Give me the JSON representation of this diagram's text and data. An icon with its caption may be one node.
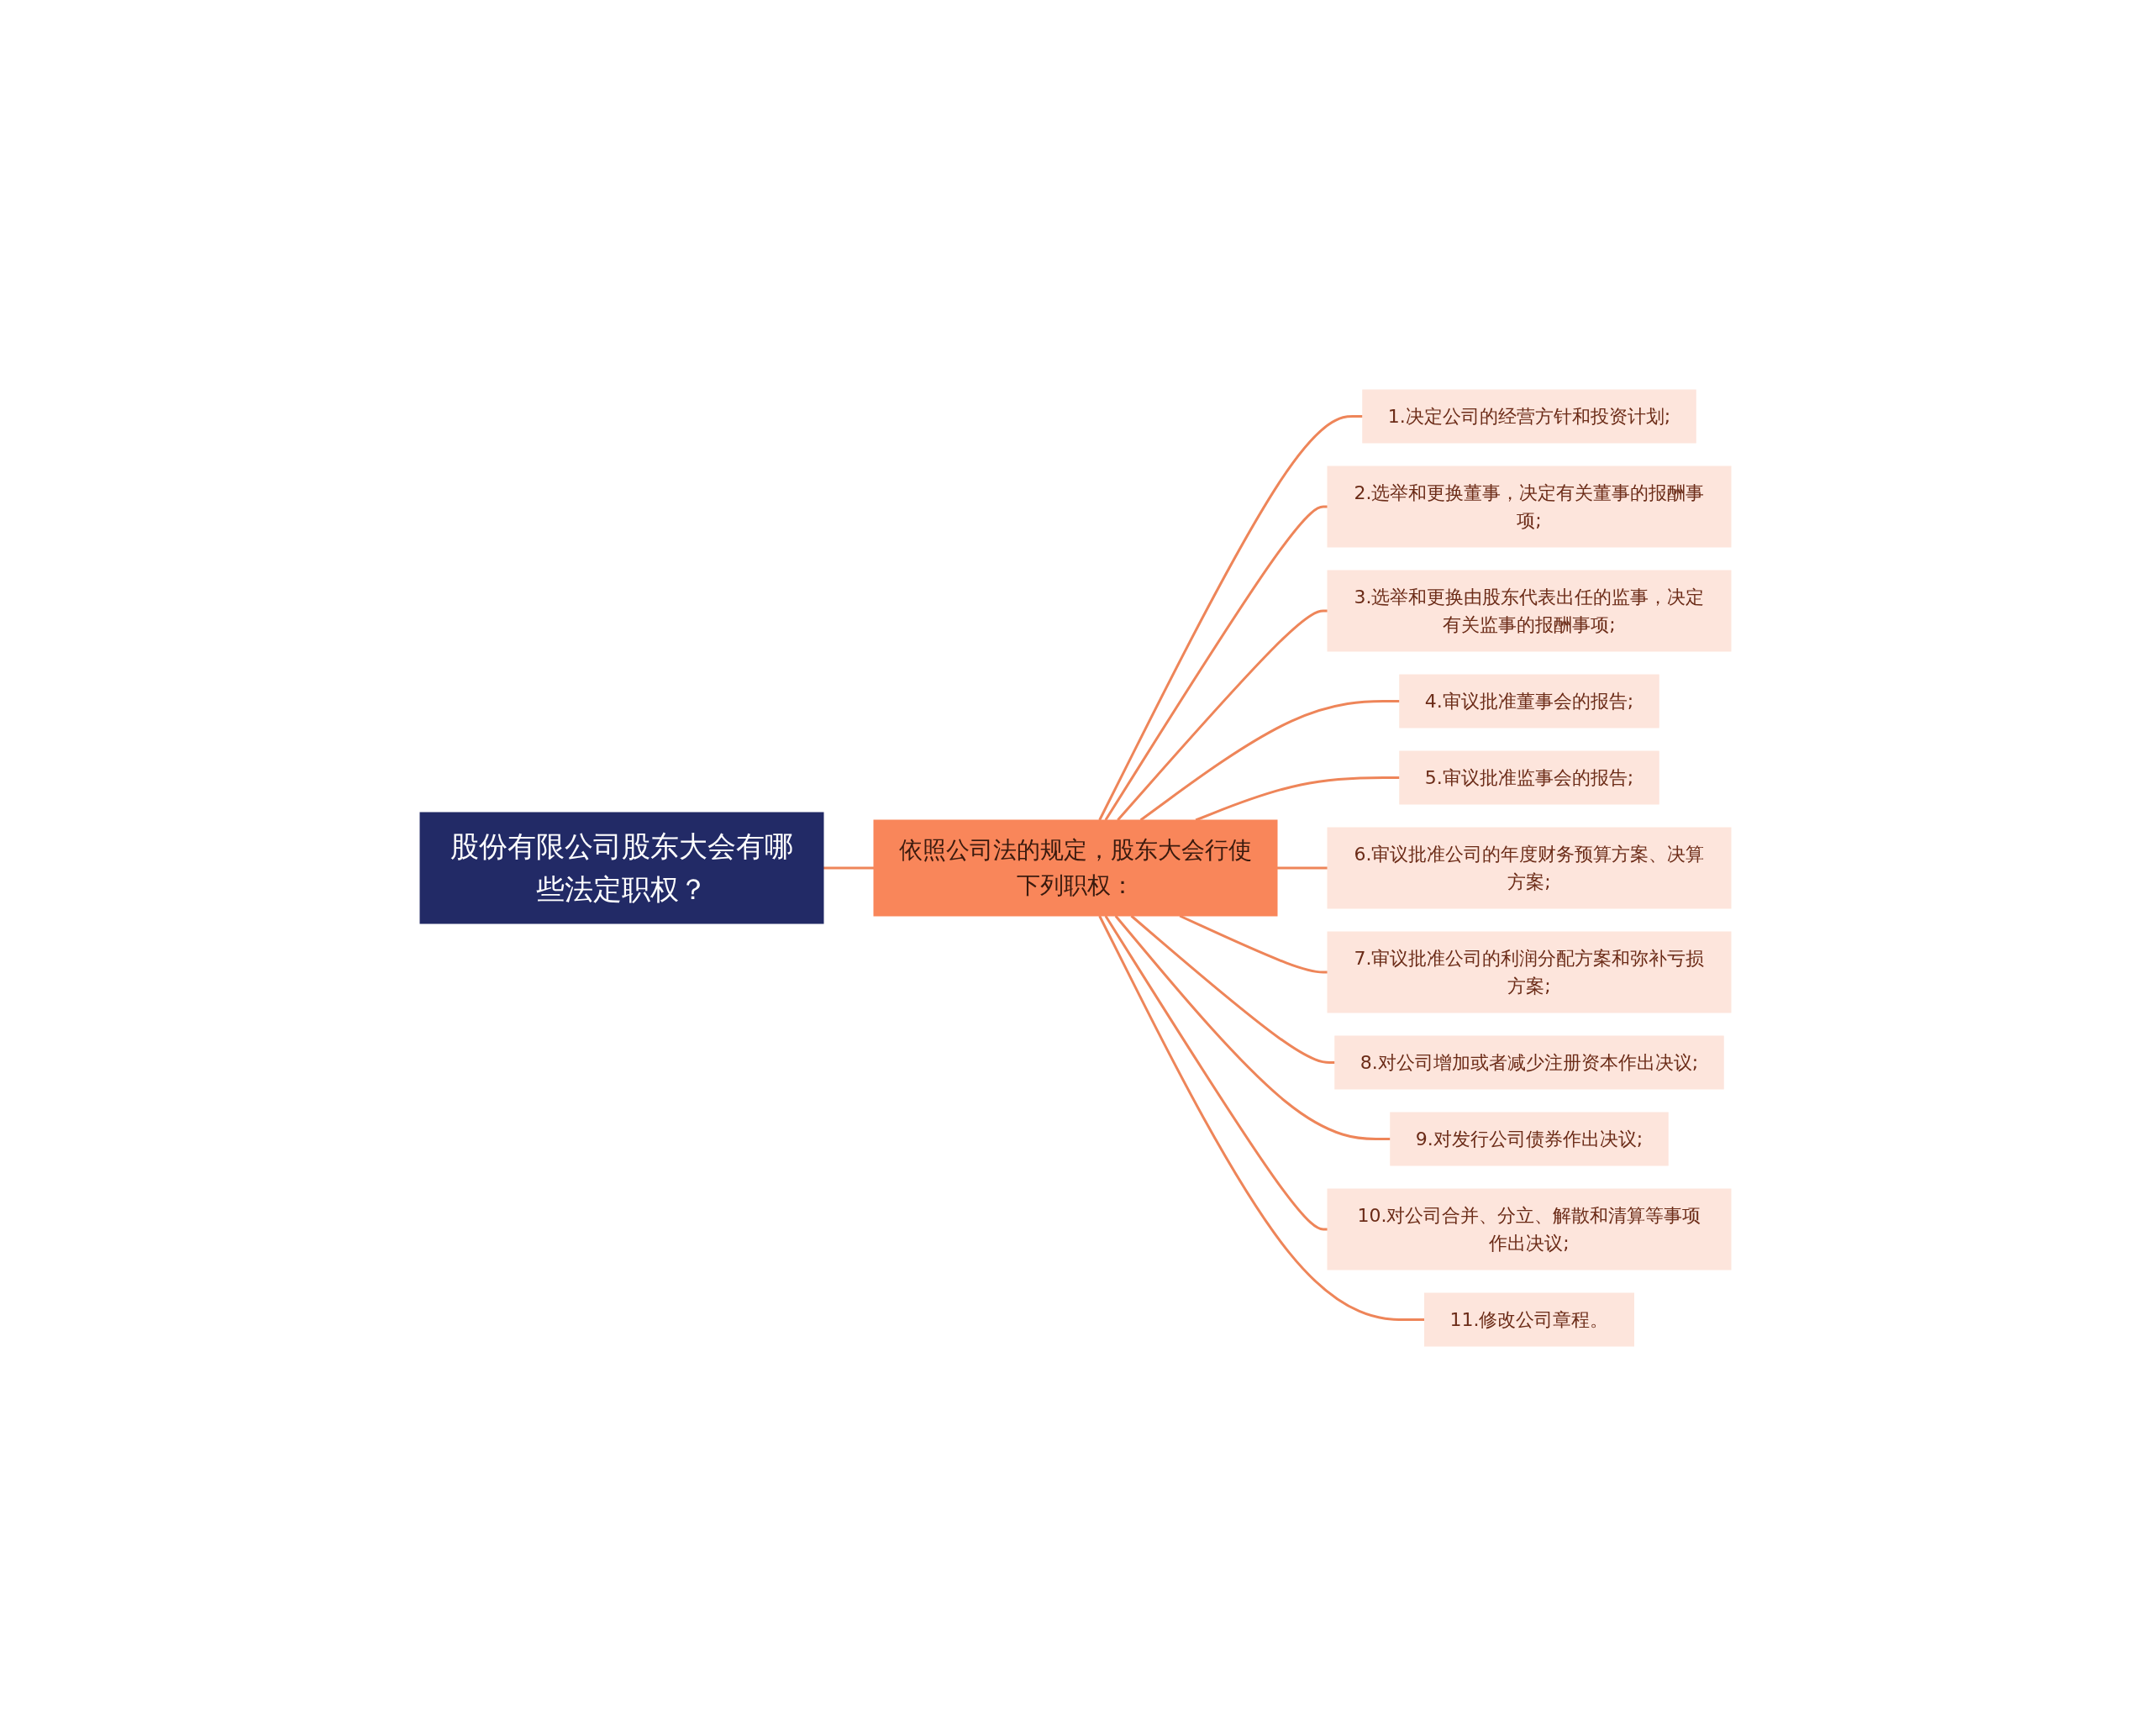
{
  "diagram": {
    "nodes": [
      {
        "text": [
          "股份有限公司股东大会有哪些法定职权？"
        ]
      },
      {
        "text": [
          "依照公司法的规定，股东大会行使下列职权："
        ]
      },
      {
        "text": [
          "1.决定公司的经营方针和投资计划;"
        ]
      },
      {
        "text": [
          "2.选举和更换董事，决定有关董事的报酬事项;"
        ]
      },
      {
        "text": [
          "3.选举和更换由股东代表出任的监事，决定有关监事的报酬事项;"
        ]
      },
      {
        "text": [
          "4.审议批准董事会的报告;"
        ]
      },
      {
        "text": [
          "5.审议批准监事会的报告;"
        ]
      },
      {
        "text": [
          "6.审议批准公司的年度财务预算方案、决算方案;"
        ]
      },
      {
        "text": [
          "7.审议批准公司的利润分配方案和弥补亏损方案;"
        ]
      },
      {
        "text": [
          "8.对公司增加或者减少注册资本作出决议;"
        ]
      },
      {
        "text": [
          "9.对发行公司债券作出决议;"
        ]
      },
      {
        "text": [
          "10.对公司合并、分立、解散和清算等事项作出决议;"
        ]
      },
      {
        "text": [
          "11.修改公司章程。"
        ]
      }
    ],
    "edges": [
      {
        "from": 0,
        "to": 1,
        "arrow": "none"
      },
      {
        "from": 1,
        "to": 2,
        "arrow": "none"
      },
      {
        "from": 1,
        "to": 3,
        "arrow": "none"
      },
      {
        "from": 1,
        "to": 4,
        "arrow": "none"
      },
      {
        "from": 1,
        "to": 5,
        "arrow": "none"
      },
      {
        "from": 1,
        "to": 6,
        "arrow": "none"
      },
      {
        "from": 1,
        "to": 7,
        "arrow": "none"
      },
      {
        "from": 1,
        "to": 8,
        "arrow": "none"
      },
      {
        "from": 1,
        "to": 9,
        "arrow": "none"
      },
      {
        "from": 1,
        "to": 10,
        "arrow": "none"
      },
      {
        "from": 1,
        "to": 11,
        "arrow": "none"
      },
      {
        "from": 1,
        "to": 12,
        "arrow": "none"
      }
    ]
  }
}
